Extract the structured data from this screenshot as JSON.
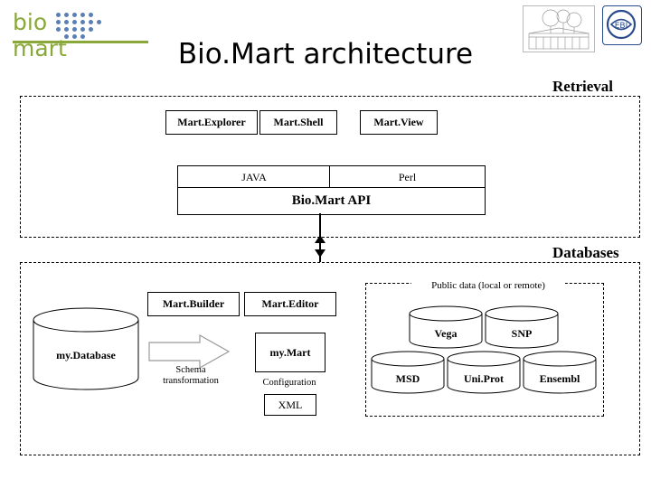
{
  "logo": {
    "text_left": "bio",
    "text_right": "mart",
    "alt": "biomart-logo"
  },
  "emblems": {
    "building": "building-sketch-icon",
    "ebi": "ebi-logo-icon"
  },
  "title": "Bio.Mart architecture",
  "sections": {
    "retrieval": "Retrieval",
    "databases": "Databases"
  },
  "retrieval": {
    "clients": [
      {
        "label": "Mart.Explorer"
      },
      {
        "label": "Mart.Shell"
      },
      {
        "label": "Mart.View"
      }
    ],
    "languages": [
      {
        "label": "JAVA"
      },
      {
        "label": "Perl"
      }
    ],
    "api": "Bio.Mart API"
  },
  "databases": {
    "tools": [
      {
        "label": "Mart.Builder"
      },
      {
        "label": "Mart.Editor"
      }
    ],
    "source_db": "my.Database",
    "target_db": "my.Mart",
    "xml": "XML",
    "schema_caption": "Schema\ntransformation",
    "config_caption": "Configuration",
    "public_caption": "Public data (local or remote)",
    "public_sources": [
      {
        "label": "Vega"
      },
      {
        "label": "SNP"
      },
      {
        "label": "MSD"
      },
      {
        "label": "Uni.Prot"
      },
      {
        "label": "Ensembl"
      }
    ]
  },
  "colors": {
    "logo_green": "#8aa83a",
    "logo_blue": "#5b7fb4",
    "line": "#000000",
    "background": "#ffffff"
  }
}
